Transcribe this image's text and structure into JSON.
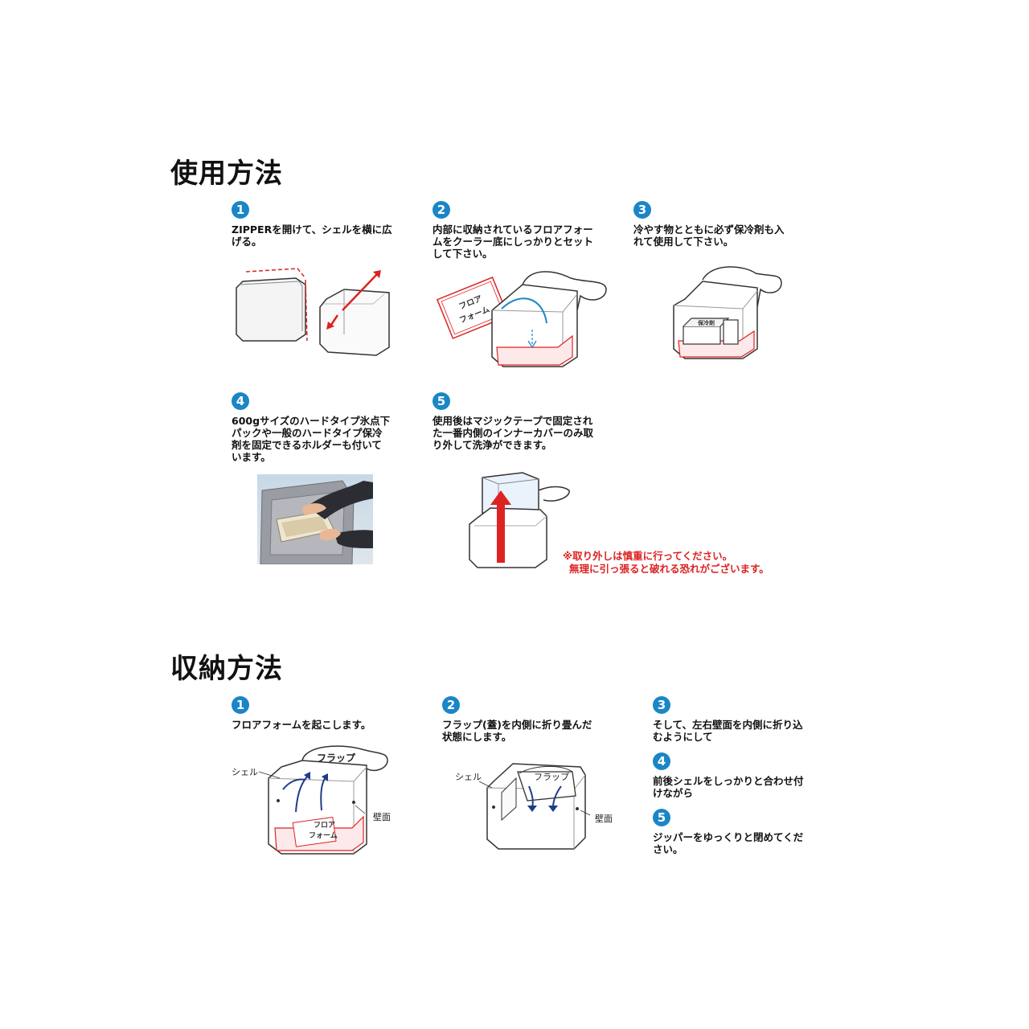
{
  "usage": {
    "title": "使用方法",
    "steps": [
      {
        "num": "1",
        "text_lines": [
          "ZIPPERを開けて、シェルを横に広",
          "げる。"
        ]
      },
      {
        "num": "2",
        "text_lines": [
          "内部に収納されているフロアフォー",
          "ムをクーラー底にしっかりとセット",
          "して下さい。"
        ]
      },
      {
        "num": "3",
        "text_lines": [
          "冷やす物とともに必ず保冷剤も入",
          "れて使用して下さい。"
        ]
      },
      {
        "num": "4",
        "text_lines": [
          "600gサイズのハードタイプ氷点下",
          "パックや一般のハードタイプ保冷",
          "剤を固定できるホルダーも付いて",
          "います。"
        ]
      },
      {
        "num": "5",
        "text_lines": [
          "使用後はマジックテープで固定され",
          "た一番内側のインナーカバーのみ取",
          "り外して洗浄ができます。"
        ]
      }
    ],
    "floor_foam_label": [
      "フロア",
      "フォーム"
    ],
    "ice_pack_label": "保冷剤",
    "warning_lines": [
      "※取り外しは慎重に行ってください。",
      "無理に引っ張ると破れる恐れがございます。"
    ]
  },
  "storage": {
    "title": "収納方法",
    "steps": [
      {
        "num": "1",
        "text_lines": [
          "フロアフォームを起こします。"
        ]
      },
      {
        "num": "2",
        "text_lines": [
          "フラップ(蓋)を内側に折り畳んだ",
          "状態にします。"
        ]
      },
      {
        "num": "3",
        "text_lines": [
          "そして、左右壁面を内側に折り込",
          "むようにして"
        ]
      },
      {
        "num": "4",
        "text_lines": [
          "前後シェルをしっかりと合わせ付",
          "けながら"
        ]
      },
      {
        "num": "5",
        "text_lines": [
          "ジッパーをゆっくりと閉めてくだ",
          "さい。"
        ]
      }
    ],
    "labels": {
      "flap": "フラップ",
      "shell": "シェル",
      "wall": "壁面",
      "foam": [
        "フロア",
        "フォーム"
      ]
    }
  },
  "colors": {
    "accent_blue": "#1a86c6",
    "accent_red": "#d22222",
    "line_dark": "#333333"
  }
}
